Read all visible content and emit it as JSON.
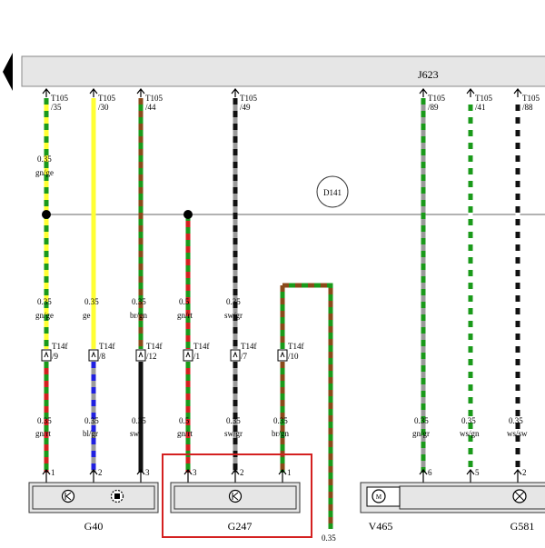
{
  "control_unit": {
    "name": "J623"
  },
  "splice": {
    "name": "D141"
  },
  "wires": [
    {
      "id": "w1",
      "top_conn": "T105",
      "top_pin": "/35",
      "mid_cs": "0.35",
      "mid_color": "gn/ge",
      "up_cs": "0.35",
      "up_color": "gn/ge",
      "plug": "T14f",
      "plug_pin": "/9",
      "low_cs": "0.35",
      "low_color": "gn/rt",
      "bottom_pin": "1"
    },
    {
      "id": "w2",
      "top_conn": "T105",
      "top_pin": "/30",
      "up_cs": "0.35",
      "up_color": "ge",
      "plug": "T14f",
      "plug_pin": "/8",
      "low_cs": "0.35",
      "low_color": "bl/gr",
      "bottom_pin": "2"
    },
    {
      "id": "w3",
      "top_conn": "T105",
      "top_pin": "/44",
      "up_cs": "0.35",
      "up_color": "br/gn",
      "plug": "T14f",
      "plug_pin": "/12",
      "low_cs": "0.35",
      "low_color": "sw",
      "bottom_pin": "3"
    },
    {
      "id": "w4",
      "up_cs": "0.5",
      "up_color": "gn/rt",
      "plug": "T14f",
      "plug_pin": "/1",
      "low_cs": "0.5",
      "low_color": "gn/rt",
      "bottom_pin": "3"
    },
    {
      "id": "w5",
      "top_conn": "T105",
      "top_pin": "/49",
      "up_cs": "0.35",
      "up_color": "sw/gr",
      "plug": "T14f",
      "plug_pin": "/7",
      "low_cs": "0.35",
      "low_color": "sw/gr",
      "bottom_pin": "2"
    },
    {
      "id": "w6",
      "plug": "T14f",
      "plug_pin": "/10",
      "low_cs": "0.35",
      "low_color": "br/gn",
      "bottom_pin": "1"
    },
    {
      "id": "w8",
      "top_conn": "T105",
      "top_pin": "/89",
      "low_cs": "0.35",
      "low_color": "gn/gr",
      "bottom_pin": "6"
    },
    {
      "id": "w9",
      "top_conn": "T105",
      "top_pin": "/41",
      "low_cs": "0.35",
      "low_color": "ws/gn",
      "bottom_pin": "5"
    },
    {
      "id": "w10",
      "top_conn": "T105",
      "top_pin": "/88",
      "low_cs": "0.35",
      "low_color": "ws/sw",
      "bottom_pin": "2"
    }
  ],
  "loop_wire": {
    "cs": "0.35"
  },
  "components": [
    {
      "id": "g40",
      "name": "G40"
    },
    {
      "id": "g247",
      "name": "G247"
    },
    {
      "id": "v465",
      "name": "V465"
    },
    {
      "id": "g581",
      "name": "G581"
    }
  ],
  "colors": {
    "green": "#1a9a1a",
    "yellow": "#ffff33",
    "red": "#d42020",
    "black": "#111111",
    "gray": "#9a9a9a",
    "blue": "#2020e0",
    "white": "#ffffff",
    "brown": "#8a4a1a",
    "highlight": "#d42020",
    "bus": "#e6e6e6"
  },
  "icons": [
    "back-arrow-icon",
    "sensor-icon",
    "connector-icon",
    "motor-icon"
  ]
}
